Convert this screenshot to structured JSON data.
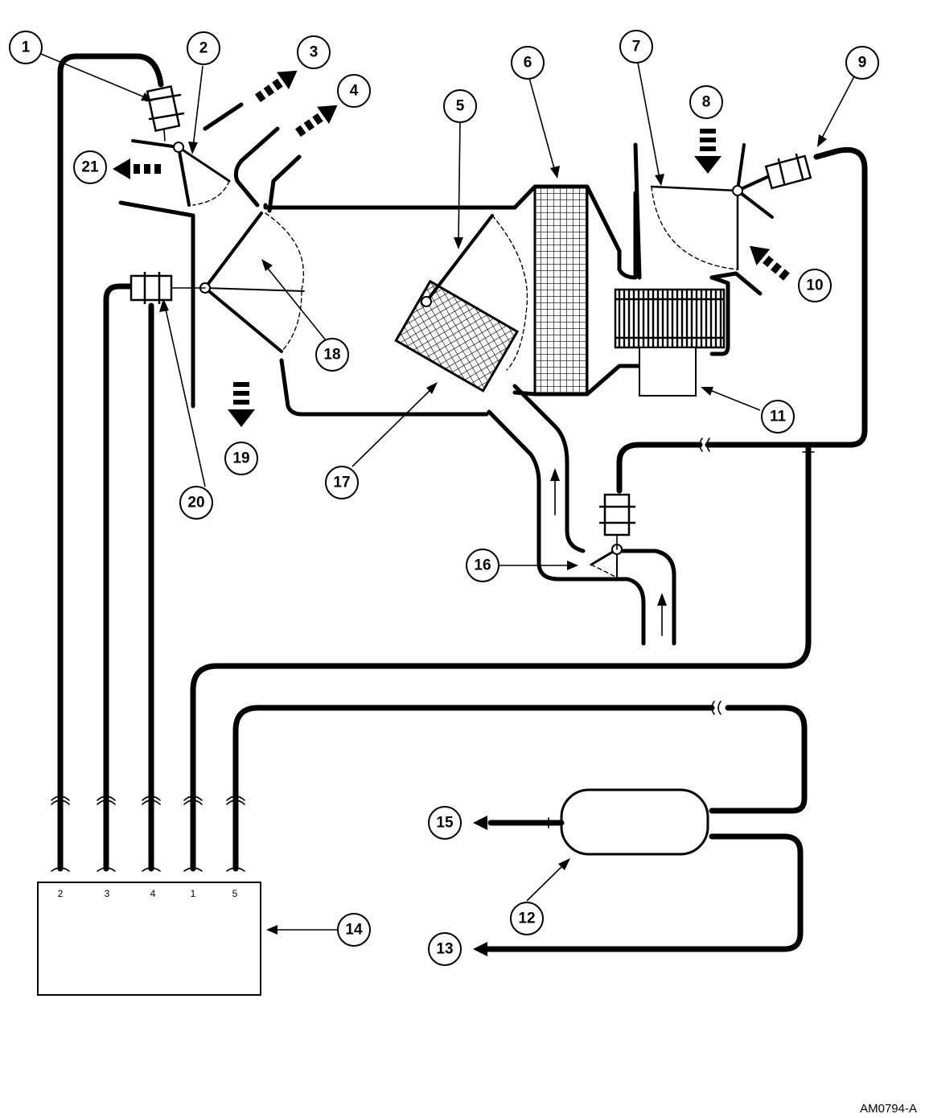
{
  "figure_code": "AM0794-A",
  "callouts": [
    "1",
    "2",
    "3",
    "4",
    "5",
    "6",
    "7",
    "8",
    "9",
    "10",
    "11",
    "12",
    "13",
    "14",
    "15",
    "16",
    "17",
    "18",
    "19",
    "20",
    "21"
  ],
  "control_ports": [
    "2",
    "3",
    "4",
    "1",
    "5"
  ]
}
